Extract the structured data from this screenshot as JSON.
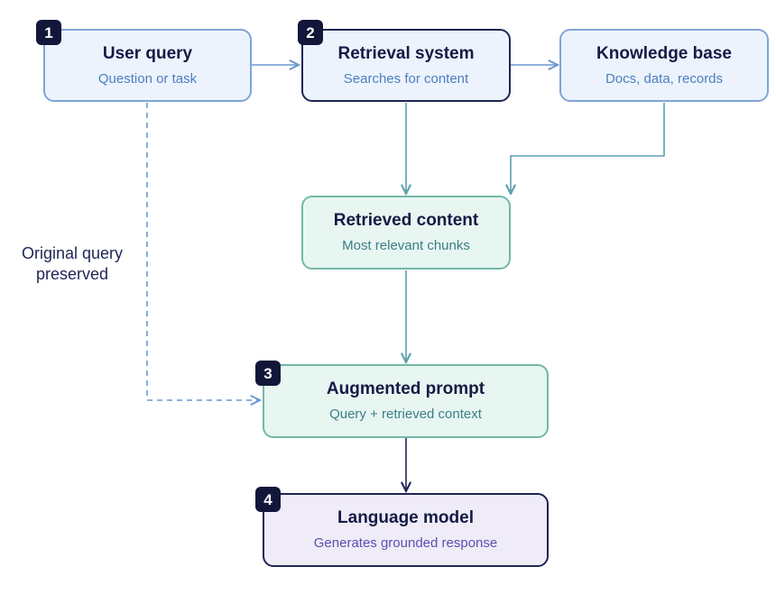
{
  "nodes": {
    "user_query": {
      "title": "User query",
      "subtitle": "Question or task",
      "step": "1"
    },
    "retrieval_system": {
      "title": "Retrieval system",
      "subtitle": "Searches for content",
      "step": "2"
    },
    "knowledge_base": {
      "title": "Knowledge base",
      "subtitle": "Docs, data, records"
    },
    "retrieved_content": {
      "title": "Retrieved content",
      "subtitle": "Most relevant chunks"
    },
    "augmented_prompt": {
      "title": "Augmented prompt",
      "subtitle": "Query + retrieved context",
      "step": "3"
    },
    "language_model": {
      "title": "Language model",
      "subtitle": "Generates grounded response",
      "step": "4"
    }
  },
  "side_note": {
    "line1": "Original query",
    "line2": "preserved"
  },
  "colors": {
    "blue_connector": "#6a97cf",
    "teal_connector": "#5c9fae",
    "dark_connector": "#1e2555",
    "badge": "#121639"
  }
}
